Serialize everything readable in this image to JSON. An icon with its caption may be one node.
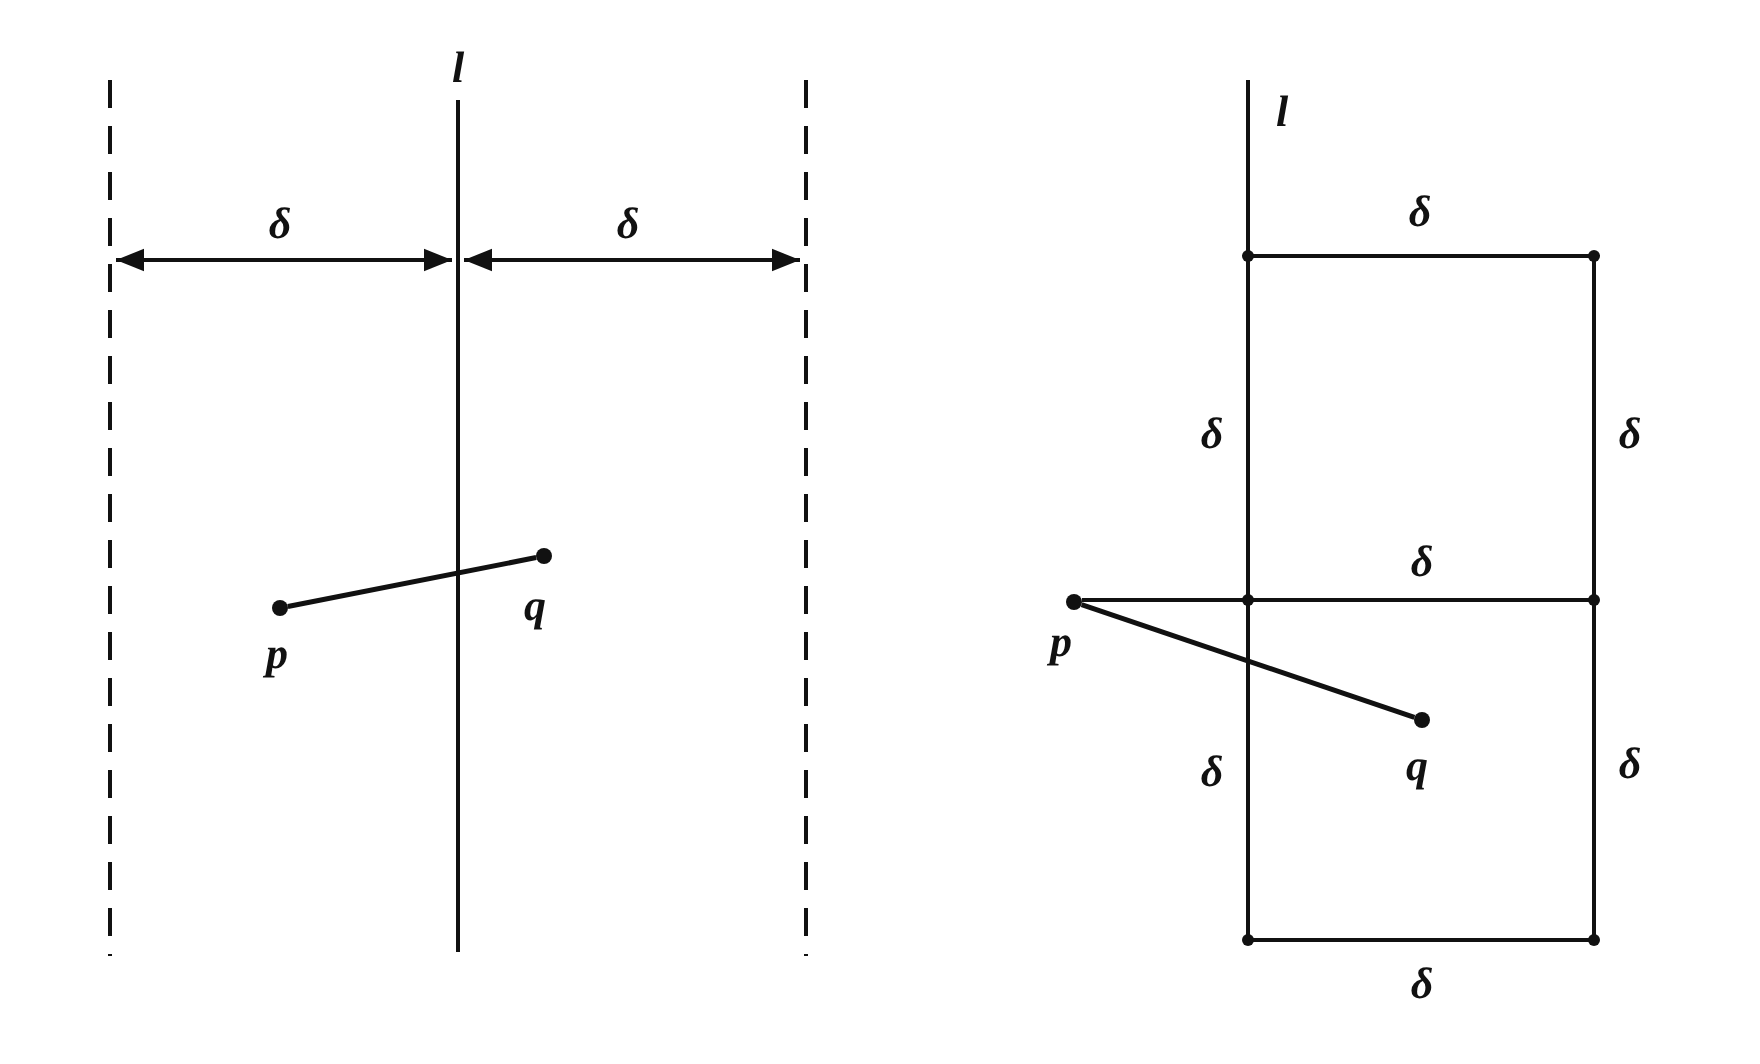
{
  "diagram": {
    "nodes": [
      {
        "text": [
          "p"
        ]
      },
      {
        "text": [
          "q"
        ]
      },
      {
        "text": [
          "p"
        ]
      },
      {
        "text": [
          "q"
        ]
      }
    ],
    "edges": [
      {
        "from": 0,
        "to": 1,
        "arrow": "none"
      },
      {
        "from": 2,
        "to": 3,
        "arrow": "none"
      }
    ],
    "labels": [
      "l",
      "δ",
      "δ",
      "l",
      "δ",
      "δ",
      "δ",
      "δ",
      "δ",
      "δ",
      "δ"
    ]
  }
}
